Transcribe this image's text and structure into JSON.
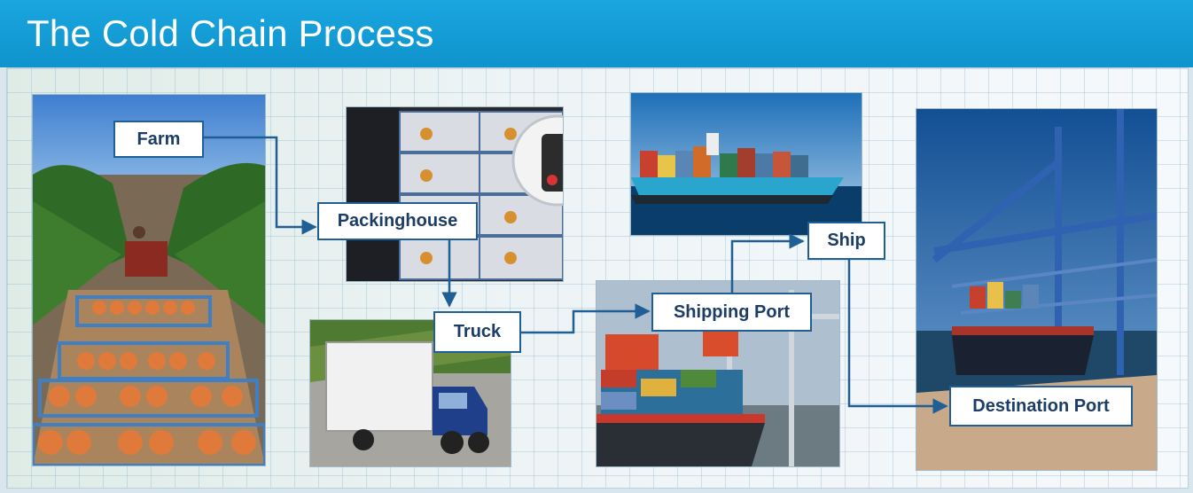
{
  "title": "The Cold Chain Process",
  "colors": {
    "header": "#1aa6df",
    "connector": "#1f5f95",
    "label_text": "#1b3d66",
    "label_border": "#1f5f95"
  },
  "photos": {
    "farm": "farm-photo",
    "packinghouse": "packinghouse-photo",
    "truck": "truck-photo",
    "shipping_port": "shipping-port-photo",
    "ship": "ship-photo",
    "destination_port": "destination-port-photo"
  },
  "steps": {
    "farm": "Farm",
    "packinghouse": "Packinghouse",
    "truck": "Truck",
    "shipping_port": "Shipping Port",
    "ship": "Ship",
    "destination_port": "Destination Port"
  },
  "flow": [
    {
      "from": "Farm",
      "to": "Packinghouse"
    },
    {
      "from": "Packinghouse",
      "to": "Truck"
    },
    {
      "from": "Truck",
      "to": "Shipping Port"
    },
    {
      "from": "Shipping Port",
      "to": "Ship"
    },
    {
      "from": "Ship",
      "to": "Destination Port"
    }
  ]
}
